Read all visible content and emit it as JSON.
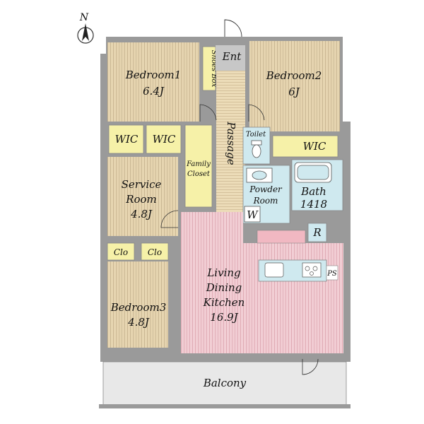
{
  "compass": {
    "letter": "N"
  },
  "rooms": {
    "bedroom1": {
      "name": "Bedroom1",
      "size": "6.4J"
    },
    "bedroom2": {
      "name": "Bedroom2",
      "size": "6J"
    },
    "service": {
      "line1": "Service",
      "line2": "Room",
      "size": "4.8J"
    },
    "bedroom3": {
      "name": "Bedroom3",
      "size": "4.8J"
    },
    "ldk": {
      "line1": "Living",
      "line2": "Dining",
      "line3": "Kitchen",
      "size": "16.9J"
    },
    "balcony": {
      "name": "Balcony"
    }
  },
  "labels": {
    "ent": "Ent",
    "shoes_box": "Shoes Box",
    "passage": "Passage",
    "wic_left": "WIC",
    "wic_mid": "WIC",
    "wic_right": "WIC",
    "family_closet_1": "Family",
    "family_closet_2": "Closet",
    "toilet": "Toilet",
    "powder_1": "Powder",
    "powder_2": "Room",
    "bath_1": "Bath",
    "bath_2": "1418",
    "w": "W",
    "r": "R",
    "ps": "PS",
    "clo_left": "Clo",
    "clo_right": "Clo"
  }
}
